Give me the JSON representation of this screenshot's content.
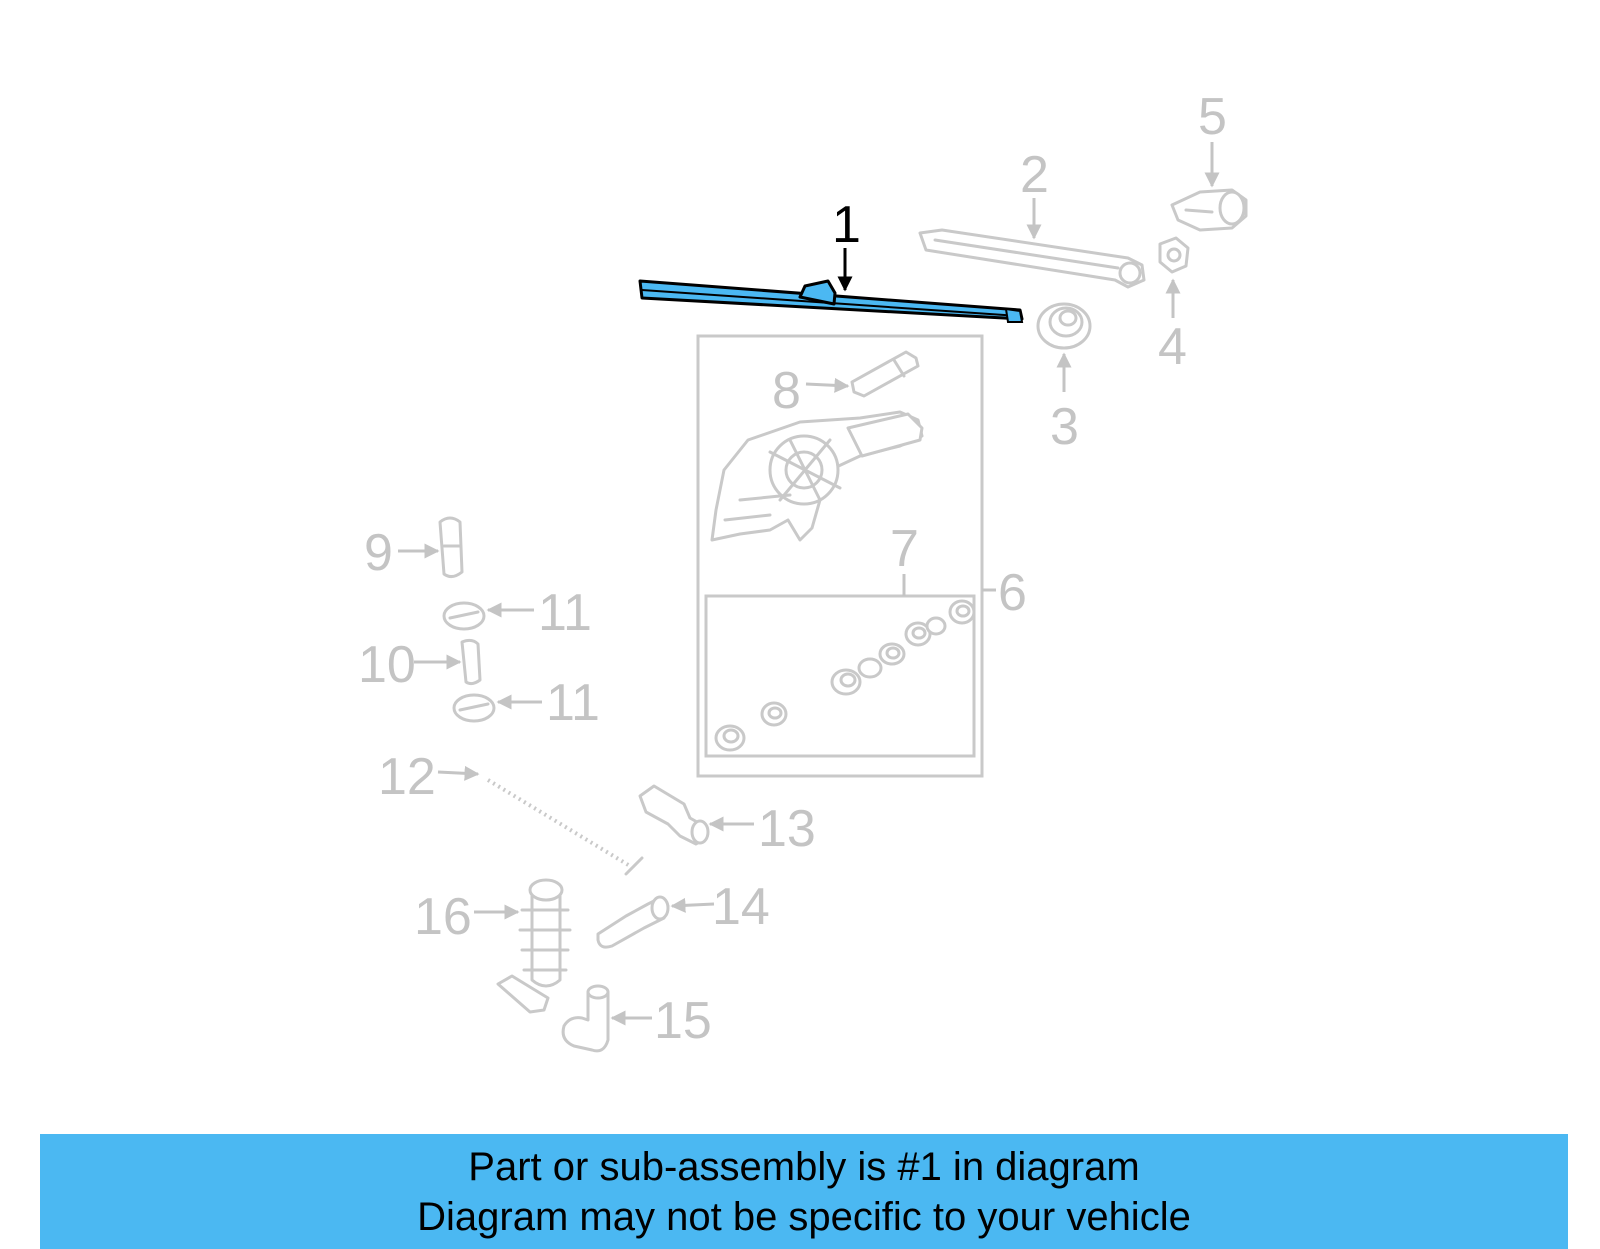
{
  "callouts": {
    "c1": "1",
    "c2": "2",
    "c3": "3",
    "c4": "4",
    "c5": "5",
    "c6": "6",
    "c7": "7",
    "c8": "8",
    "c9": "9",
    "c10": "10",
    "c11a": "11",
    "c11b": "11",
    "c12": "12",
    "c13": "13",
    "c14": "14",
    "c15": "15",
    "c16": "16"
  },
  "highlight": {
    "part": "1",
    "color": "#4bb8f2"
  },
  "colors": {
    "dim_part": "#c9c9c9",
    "banner": "#4bb8f2"
  },
  "banner": {
    "line1": "Part or sub-assembly is #1 in diagram",
    "line2": "Diagram may not be specific to your vehicle"
  }
}
